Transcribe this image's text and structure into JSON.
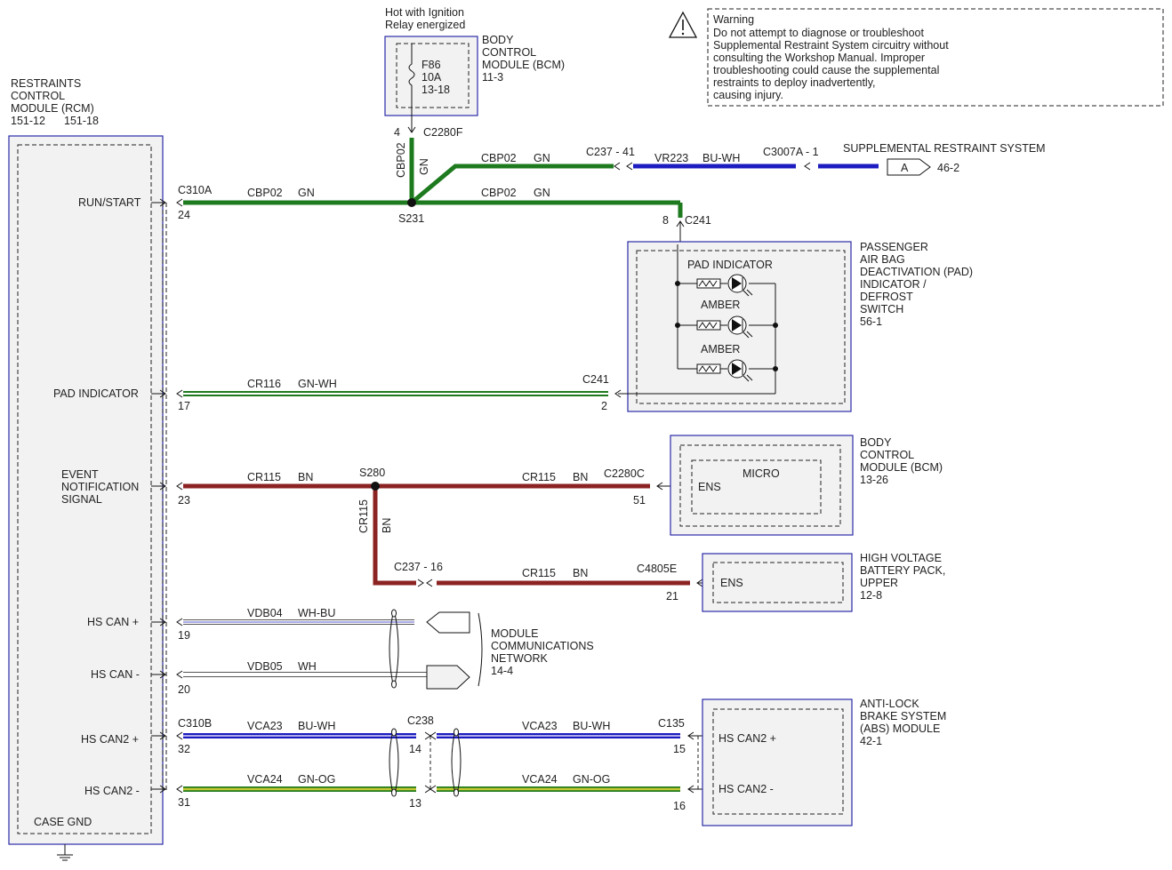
{
  "colors": {
    "green": "#1e7a1e",
    "green_white": "#1e7a1e",
    "brown": "#8b2323",
    "blue": "#1c1cc0",
    "yellow_green": "#c8c832",
    "box_border": "#2a2aa8",
    "box_fill": "#f2f2f2"
  },
  "warning": {
    "title": "Warning",
    "lines": [
      "Do not attempt to diagnose or troubleshoot",
      "Supplemental Restraint System circuitry without",
      "consulting the Workshop Manual. Improper",
      "troubleshooting could cause the supplemental",
      "restraints to deploy inadvertently,",
      "causing injury."
    ]
  },
  "top": {
    "power_note": [
      "Hot with Ignition",
      "Relay energized"
    ],
    "bcm_fuse_box": {
      "title": [
        "BODY",
        "CONTROL",
        "MODULE (BCM)"
      ],
      "ref": "11-3",
      "fuse": [
        "F86",
        "10A",
        "13-18"
      ]
    },
    "bcm_pin": "4",
    "bcm_connector": "C2280F",
    "vertical_wire": [
      "CBP02",
      "GN"
    ]
  },
  "rcm": {
    "title": [
      "RESTRAINTS",
      "CONTROL",
      "MODULE (RCM)"
    ],
    "refs": [
      "151-12",
      "151-18"
    ],
    "pins": {
      "run_start": "RUN/START",
      "pad_indicator": "PAD INDICATOR",
      "event_notification": [
        "EVENT",
        "NOTIFICATION",
        "SIGNAL"
      ],
      "hs_can_plus": "HS CAN +",
      "hs_can_minus": "HS CAN -",
      "hs_can2_plus": "HS CAN2 +",
      "hs_can2_minus": "HS CAN2 -",
      "case_gnd": "CASE GND"
    },
    "connectors": {
      "a": "C310A",
      "b": "C310B"
    },
    "pin_numbers": {
      "run_start": "24",
      "pad": "17",
      "ens": "23",
      "can_plus": "19",
      "can_minus": "20",
      "can2_plus": "32",
      "can2_minus": "31"
    }
  },
  "wires": {
    "cbp02_left": [
      "CBP02",
      "GN"
    ],
    "cbp02_upper": [
      "CBP02",
      "GN"
    ],
    "cbp02_right": [
      "CBP02",
      "GN"
    ],
    "splice_s231": "S231",
    "c237_41": "C237  -  41",
    "vr223": [
      "VR223",
      "BU-WH"
    ],
    "c3007a": "C3007A - 1",
    "srs_label": "SUPPLEMENTAL RESTRAINT SYSTEM",
    "srs_flag": "A",
    "srs_ref": "46-2",
    "c241_pin8": "8",
    "c241_top": "C241",
    "cr116": [
      "CR116",
      "GN-WH"
    ],
    "c241_mid": "C241",
    "c241_pin2": "2",
    "cr115_left": [
      "CR115",
      "BN"
    ],
    "splice_s280": "S280",
    "cr115_right": [
      "CR115",
      "BN"
    ],
    "c2280c": "C2280C",
    "c2280c_pin": "51",
    "cr115_vertical": [
      "CR115",
      "BN"
    ],
    "c237_16": "C237 - 16",
    "cr115_lower": [
      "CR115",
      "BN"
    ],
    "c4805e": "C4805E",
    "c4805e_pin": "21",
    "vdb04": [
      "VDB04",
      "WH-BU"
    ],
    "vdb05": [
      "VDB05",
      "WH"
    ],
    "vca23_left": [
      "VCA23",
      "BU-WH"
    ],
    "vca23_right": [
      "VCA23",
      "BU-WH"
    ],
    "vca24_left": [
      "VCA24",
      "GN-OG"
    ],
    "vca24_right": [
      "VCA24",
      "GN-OG"
    ],
    "c238": "C238",
    "c238_pin14": "14",
    "c238_pin13": "13",
    "c135": "C135",
    "c135_pin15": "15",
    "c135_pin16": "16"
  },
  "pad_module": {
    "title": [
      "PASSENGER",
      "AIR BAG",
      "DEACTIVATION (PAD)",
      "INDICATOR /",
      "DEFROST",
      "SWITCH"
    ],
    "ref": "56-1",
    "labels": [
      "PAD INDICATOR",
      "AMBER",
      "AMBER"
    ]
  },
  "bcm_module": {
    "title": [
      "BODY",
      "CONTROL",
      "MODULE (BCM)"
    ],
    "ref": "13-26",
    "inner": "MICRO",
    "pin": "ENS"
  },
  "hv_module": {
    "title": [
      "HIGH VOLTAGE",
      "BATTERY PACK,",
      "UPPER"
    ],
    "ref": "12-8",
    "pin": "ENS"
  },
  "network": {
    "title": [
      "MODULE",
      "COMMUNICATIONS",
      "NETWORK"
    ],
    "ref": "14-4"
  },
  "abs_module": {
    "title": [
      "ANTI-LOCK",
      "BRAKE SYSTEM",
      "(ABS) MODULE"
    ],
    "ref": "42-1",
    "pins": [
      "HS CAN2 +",
      "HS CAN2 -"
    ]
  }
}
